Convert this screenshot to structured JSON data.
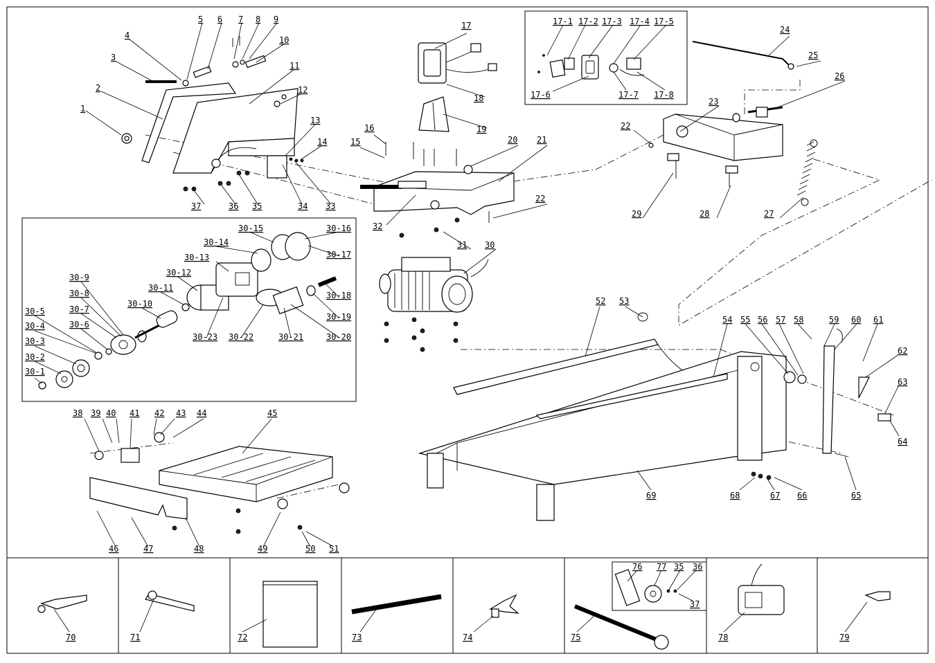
{
  "diagram": {
    "labels": [
      {
        "id": "l1",
        "text": "1"
      },
      {
        "id": "l2",
        "text": "2"
      },
      {
        "id": "l3",
        "text": "3"
      },
      {
        "id": "l4",
        "text": "4"
      },
      {
        "id": "l5",
        "text": "5"
      },
      {
        "id": "l6",
        "text": "6"
      },
      {
        "id": "l7",
        "text": "7"
      },
      {
        "id": "l8",
        "text": "8"
      },
      {
        "id": "l9",
        "text": "9"
      },
      {
        "id": "l10",
        "text": "10"
      },
      {
        "id": "l11",
        "text": "11"
      },
      {
        "id": "l12",
        "text": "12"
      },
      {
        "id": "l13",
        "text": "13"
      },
      {
        "id": "l14",
        "text": "14"
      },
      {
        "id": "l15",
        "text": "15"
      },
      {
        "id": "l16",
        "text": "16"
      },
      {
        "id": "l17",
        "text": "17"
      },
      {
        "id": "l18",
        "text": "18"
      },
      {
        "id": "l19",
        "text": "19"
      },
      {
        "id": "l20",
        "text": "20"
      },
      {
        "id": "l21",
        "text": "21"
      },
      {
        "id": "l22a",
        "text": "22"
      },
      {
        "id": "l22b",
        "text": "22"
      },
      {
        "id": "l23",
        "text": "23"
      },
      {
        "id": "l24",
        "text": "24"
      },
      {
        "id": "l25",
        "text": "25"
      },
      {
        "id": "l26",
        "text": "26"
      },
      {
        "id": "l27",
        "text": "27"
      },
      {
        "id": "l28",
        "text": "28"
      },
      {
        "id": "l29",
        "text": "29"
      },
      {
        "id": "l30",
        "text": "30"
      },
      {
        "id": "l31",
        "text": "31"
      },
      {
        "id": "l32",
        "text": "32"
      },
      {
        "id": "l33",
        "text": "33"
      },
      {
        "id": "l34",
        "text": "34"
      },
      {
        "id": "l35",
        "text": "35"
      },
      {
        "id": "l36",
        "text": "36"
      },
      {
        "id": "l37",
        "text": "37"
      },
      {
        "id": "l17_1",
        "text": "17-1"
      },
      {
        "id": "l17_2",
        "text": "17-2"
      },
      {
        "id": "l17_3",
        "text": "17-3"
      },
      {
        "id": "l17_4",
        "text": "17-4"
      },
      {
        "id": "l17_5",
        "text": "17-5"
      },
      {
        "id": "l17_6",
        "text": "17-6"
      },
      {
        "id": "l17_7",
        "text": "17-7"
      },
      {
        "id": "l17_8",
        "text": "17-8"
      },
      {
        "id": "l30_1",
        "text": "30-1"
      },
      {
        "id": "l30_2",
        "text": "30-2"
      },
      {
        "id": "l30_3",
        "text": "30-3"
      },
      {
        "id": "l30_4",
        "text": "30-4"
      },
      {
        "id": "l30_5",
        "text": "30-5"
      },
      {
        "id": "l30_6",
        "text": "30-6"
      },
      {
        "id": "l30_7",
        "text": "30-7"
      },
      {
        "id": "l30_8",
        "text": "30-8"
      },
      {
        "id": "l30_9",
        "text": "30-9"
      },
      {
        "id": "l30_10",
        "text": "30-10"
      },
      {
        "id": "l30_11",
        "text": "30-11"
      },
      {
        "id": "l30_12",
        "text": "30-12"
      },
      {
        "id": "l30_13",
        "text": "30-13"
      },
      {
        "id": "l30_14",
        "text": "30-14"
      },
      {
        "id": "l30_15",
        "text": "30-15"
      },
      {
        "id": "l30_16",
        "text": "30-16"
      },
      {
        "id": "l30_17",
        "text": "30-17"
      },
      {
        "id": "l30_18",
        "text": "30-18"
      },
      {
        "id": "l30_19",
        "text": "30-19"
      },
      {
        "id": "l30_20",
        "text": "30-20"
      },
      {
        "id": "l30_21",
        "text": "30-21"
      },
      {
        "id": "l30_22",
        "text": "30-22"
      },
      {
        "id": "l30_23",
        "text": "30-23"
      },
      {
        "id": "l38",
        "text": "38"
      },
      {
        "id": "l39",
        "text": "39"
      },
      {
        "id": "l40",
        "text": "40"
      },
      {
        "id": "l41",
        "text": "41"
      },
      {
        "id": "l42",
        "text": "42"
      },
      {
        "id": "l43",
        "text": "43"
      },
      {
        "id": "l44",
        "text": "44"
      },
      {
        "id": "l45",
        "text": "45"
      },
      {
        "id": "l46",
        "text": "46"
      },
      {
        "id": "l47",
        "text": "47"
      },
      {
        "id": "l48",
        "text": "48"
      },
      {
        "id": "l49",
        "text": "49"
      },
      {
        "id": "l50",
        "text": "50"
      },
      {
        "id": "l51",
        "text": "51"
      },
      {
        "id": "l52",
        "text": "52"
      },
      {
        "id": "l53",
        "text": "53"
      },
      {
        "id": "l54",
        "text": "54"
      },
      {
        "id": "l55",
        "text": "55"
      },
      {
        "id": "l56",
        "text": "56"
      },
      {
        "id": "l57",
        "text": "57"
      },
      {
        "id": "l58",
        "text": "58"
      },
      {
        "id": "l59",
        "text": "59"
      },
      {
        "id": "l60",
        "text": "60"
      },
      {
        "id": "l61",
        "text": "61"
      },
      {
        "id": "l62",
        "text": "62"
      },
      {
        "id": "l63",
        "text": "63"
      },
      {
        "id": "l64",
        "text": "64"
      },
      {
        "id": "l65",
        "text": "65"
      },
      {
        "id": "l66",
        "text": "66"
      },
      {
        "id": "l67",
        "text": "67"
      },
      {
        "id": "l68",
        "text": "68"
      },
      {
        "id": "l69",
        "text": "69"
      },
      {
        "id": "l70",
        "text": "70"
      },
      {
        "id": "l71",
        "text": "71"
      },
      {
        "id": "l72",
        "text": "72"
      },
      {
        "id": "l73",
        "text": "73"
      },
      {
        "id": "l74",
        "text": "74"
      },
      {
        "id": "l75",
        "text": "75"
      },
      {
        "id": "l76",
        "text": "76"
      },
      {
        "id": "l77",
        "text": "77"
      },
      {
        "id": "l35b",
        "text": "35"
      },
      {
        "id": "l36b",
        "text": "36"
      },
      {
        "id": "l37b",
        "text": "37"
      },
      {
        "id": "l78",
        "text": "78"
      },
      {
        "id": "l79",
        "text": "79"
      }
    ]
  }
}
